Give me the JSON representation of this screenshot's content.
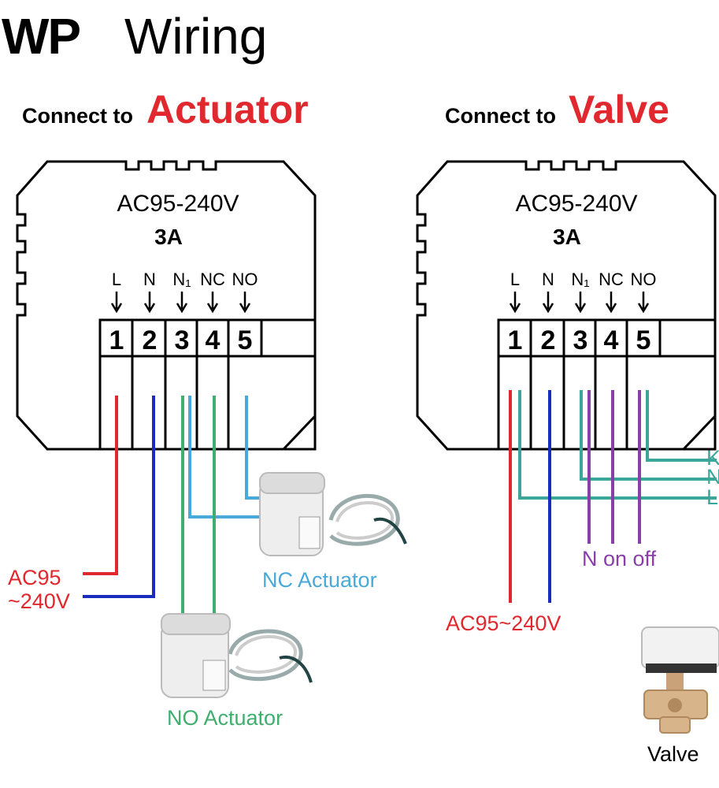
{
  "header": {
    "title_bold": "WP",
    "title_light": "Wiring"
  },
  "left_panel": {
    "heading_small": "Connect to",
    "heading_big": "Actuator",
    "voltage": "AC95-240V",
    "current": "3A",
    "terminal_labels": [
      "L",
      "N",
      "N₁",
      "NC",
      "NO"
    ],
    "terminal_numbers": [
      "1",
      "2",
      "3",
      "4",
      "5"
    ],
    "supply_label_line1": "AC95",
    "supply_label_line2": "~240V",
    "nc_actuator_label": "NC Actuator",
    "no_actuator_label": "NO Actuator"
  },
  "right_panel": {
    "heading_small": "Connect to",
    "heading_big": "Valve",
    "voltage": "AC95-240V",
    "current": "3A",
    "terminal_labels": [
      "L",
      "N",
      "N₁",
      "NC",
      "NO"
    ],
    "terminal_numbers": [
      "1",
      "2",
      "3",
      "4",
      "5"
    ],
    "n_on_off_label": "N on off",
    "supply_label": "AC95~240V",
    "valve_wire_labels": [
      "K",
      "N",
      "L"
    ],
    "valve_label": "Valve"
  },
  "colors": {
    "live": "#e0282e",
    "neutral": "#1a2bbf",
    "nc": "#4aa9d8",
    "no": "#3fae6e",
    "teal": "#3aa79a",
    "purple": "#8a3ea8"
  }
}
